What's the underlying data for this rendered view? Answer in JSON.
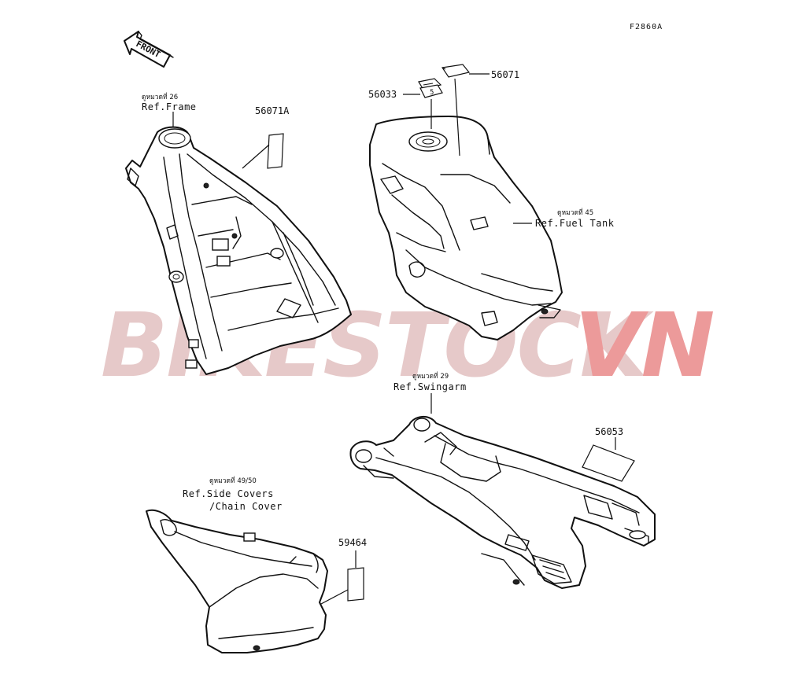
{
  "diagram_code": "F2860A",
  "front_label": "FRONT",
  "watermark": {
    "main": "BIKESTOCK",
    "accent": "VN",
    "main_color": "#e6c9c9",
    "accent_color": "#ec9a9a"
  },
  "callouts": {
    "p56071A": "56071A",
    "p56071": "56071",
    "p56033": "56033",
    "p56053": "56053",
    "p59464": "59464"
  },
  "refs": {
    "frame": {
      "page": "ดูหมวดที่ 26",
      "text": "Ref.Frame"
    },
    "fuel_tank": {
      "page": "ดูหมวดที่ 45",
      "text": "Ref.Fuel Tank"
    },
    "swingarm": {
      "page": "ดูหมวดที่ 29",
      "text": "Ref.Swingarm"
    },
    "side_covers": {
      "page": "ดูหมวดที่ 49/50",
      "text1": "Ref.Side Covers",
      "text2": "/Chain Cover"
    }
  }
}
